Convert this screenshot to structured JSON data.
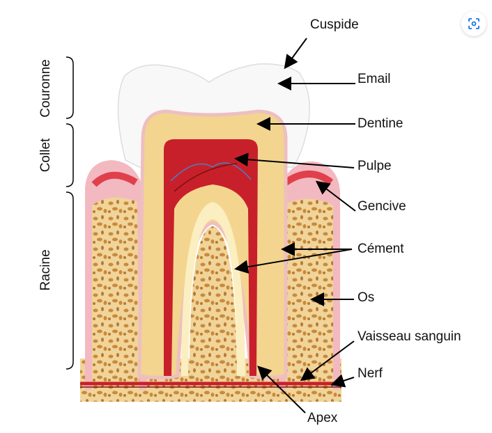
{
  "labels": {
    "cuspide": "Cuspide",
    "email": "Email",
    "dentine": "Dentine",
    "pulpe": "Pulpe",
    "gencive": "Gencive",
    "cement": "Cément",
    "os": "Os",
    "vaisseau": "Vaisseau sanguin",
    "nerf": "Nerf",
    "apex": "Apex"
  },
  "regions": {
    "couronne": "Couronne",
    "collet": "Collet",
    "racine": "Racine"
  },
  "colors": {
    "enamel": "#f7f7f7",
    "dentine": "#f3d58f",
    "pulp": "#c8202a",
    "gum": "#f2a0aa",
    "bone": "#f0d49a",
    "lens_accent": "#1a73e8"
  }
}
